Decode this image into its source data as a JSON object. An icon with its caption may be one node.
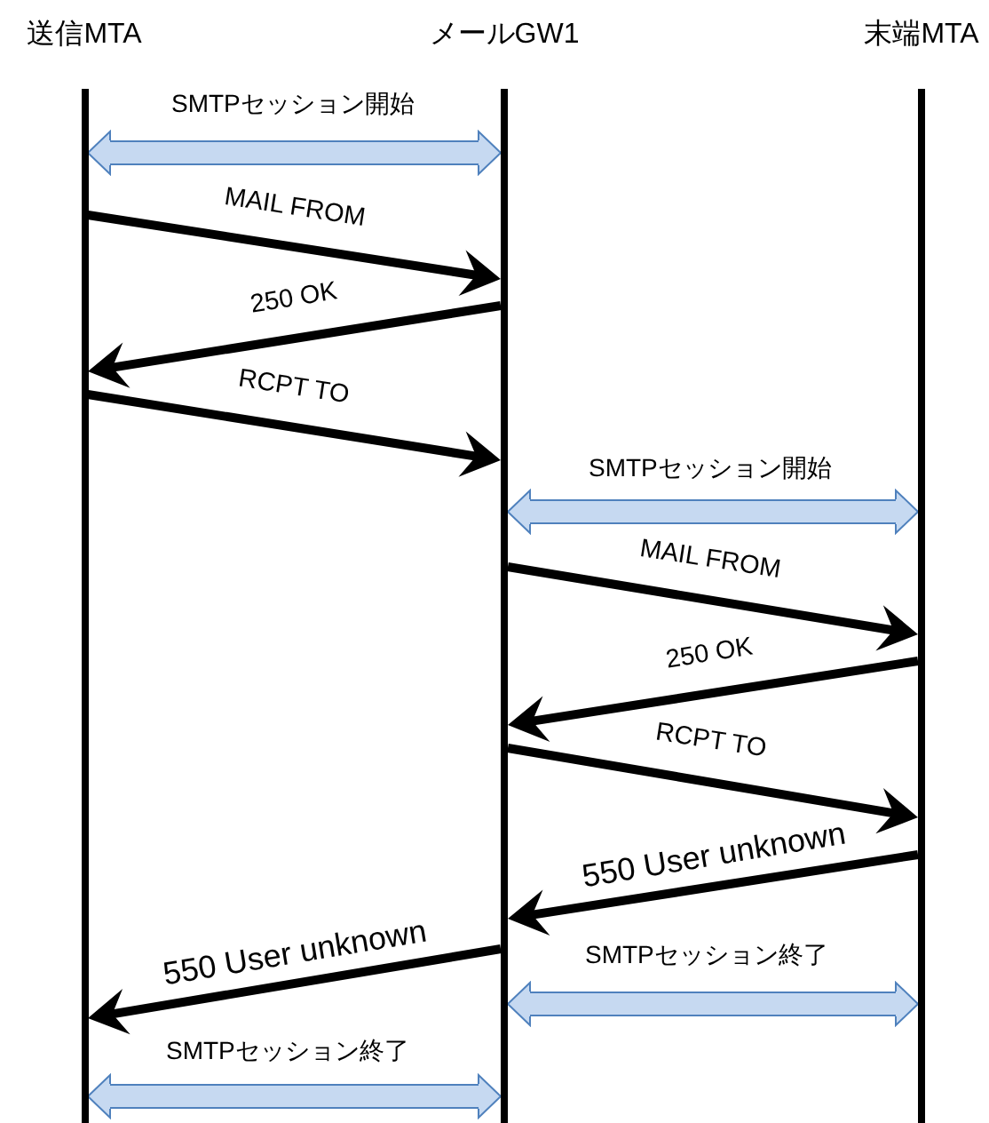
{
  "diagram": {
    "nodes": [
      {
        "text": [
          "送信MTA"
        ]
      },
      {
        "text": [
          "メールGW1"
        ]
      },
      {
        "text": [
          "末端MTA"
        ]
      }
    ],
    "edges": [
      {
        "from": 0,
        "to": 1,
        "arrow": "both",
        "label": "SMTPセッション開始",
        "style": "thick",
        "color": "#c6d9f1"
      },
      {
        "from": 0,
        "to": 1,
        "arrow": "to",
        "label": "MAIL FROM"
      },
      {
        "from": 1,
        "to": 0,
        "arrow": "to",
        "label": "250 OK"
      },
      {
        "from": 0,
        "to": 1,
        "arrow": "to",
        "label": "RCPT TO"
      },
      {
        "from": 1,
        "to": 2,
        "arrow": "both",
        "label": "SMTPセッション開始",
        "style": "thick",
        "color": "#c6d9f1"
      },
      {
        "from": 1,
        "to": 2,
        "arrow": "to",
        "label": "MAIL FROM"
      },
      {
        "from": 2,
        "to": 1,
        "arrow": "to",
        "label": "250 OK"
      },
      {
        "from": 1,
        "to": 2,
        "arrow": "to",
        "label": "RCPT TO"
      },
      {
        "from": 2,
        "to": 1,
        "arrow": "to",
        "label": "550 User unknown"
      },
      {
        "from": 1,
        "to": 0,
        "arrow": "to",
        "label": "550 User unknown"
      },
      {
        "from": 1,
        "to": 2,
        "arrow": "both",
        "label": "SMTPセッション終了",
        "style": "thick",
        "color": "#c6d9f1"
      },
      {
        "from": 0,
        "to": 1,
        "arrow": "both",
        "label": "SMTPセッション終了",
        "style": "thick",
        "color": "#c6d9f1"
      }
    ]
  }
}
